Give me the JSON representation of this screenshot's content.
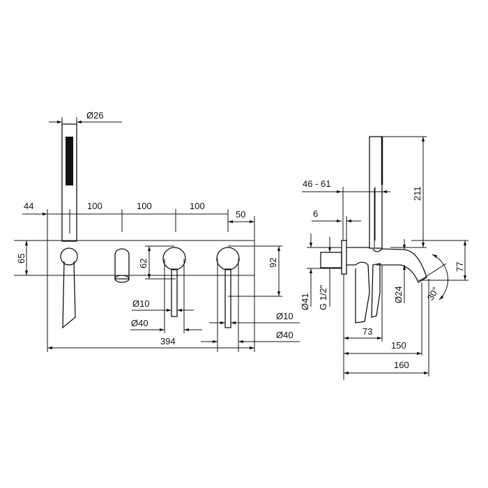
{
  "front_view": {
    "shower_diameter": "Ø26",
    "offset_left": "44",
    "spacing_1": "100",
    "spacing_2": "100",
    "spacing_3": "100",
    "offset_right": "50",
    "plate_height": "65",
    "handle_height": "62",
    "lever_height": "92",
    "left_stem_diameter": "Ø10",
    "left_handle_diameter": "Ø40",
    "right_stem_diameter": "Ø10",
    "right_handle_diameter": "Ø40",
    "total_width": "394"
  },
  "side_view": {
    "wall_depth": "46 - 61",
    "plate_thickness": "6",
    "flange_diameter": "Ø41",
    "thread": "G 1/2\"",
    "shower_height": "211",
    "spout_drop": "77",
    "spout_diameter": "Ø24",
    "spout_angle": "30°",
    "handle_reach": "73",
    "spout_reach": "150",
    "total_depth": "160"
  }
}
